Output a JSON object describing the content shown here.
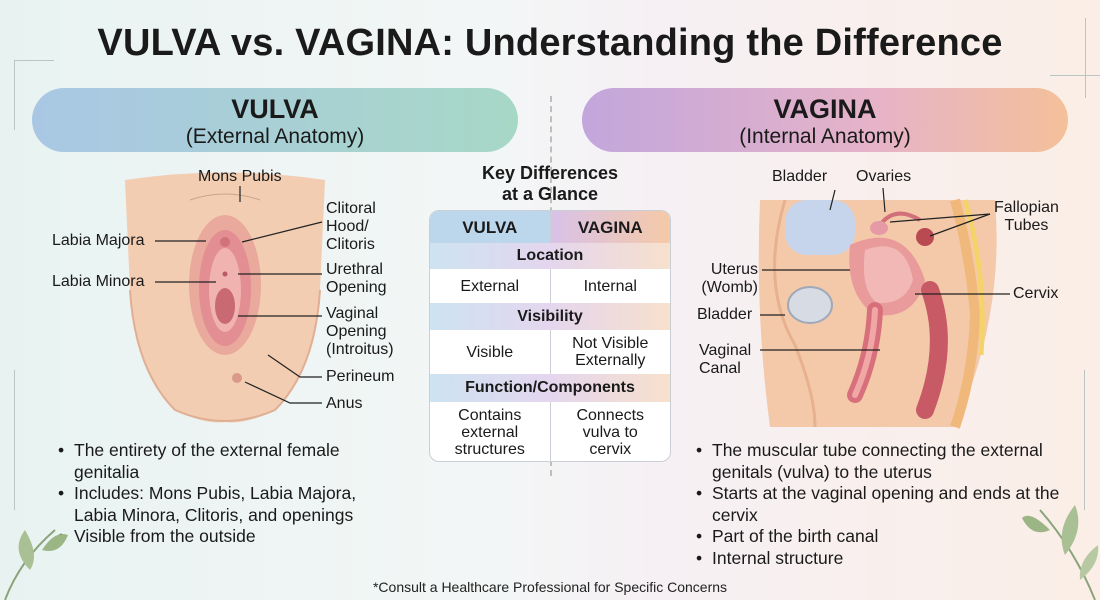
{
  "title": "VULVA vs. VAGINA: Understanding the Difference",
  "vulva": {
    "heading": "VULVA",
    "subheading": "(External Anatomy)",
    "labels": {
      "mons_pubis": "Mons Pubis",
      "labia_majora": "Labia Majora",
      "labia_minora": "Labia Minora",
      "clitoral_hood": [
        "Clitoral",
        "Hood/",
        "Clitoris"
      ],
      "urethral_opening": [
        "Urethral",
        "Opening"
      ],
      "vaginal_opening": [
        "Vaginal",
        "Opening",
        "(Introitus)"
      ],
      "perineum": "Perineum",
      "anus": "Anus"
    },
    "bullets": [
      "The entirety of the external female genitalia",
      "Includes: Mons Pubis, Labia Majora, Labia Minora, Clitoris, and openings",
      "Visible from the outside"
    ]
  },
  "vagina": {
    "heading": "VAGINA",
    "subheading": "(Internal Anatomy)",
    "labels": {
      "bladder_top": "Bladder",
      "ovaries": "Ovaries",
      "fallopian_tubes": [
        "Fallopian",
        "Tubes"
      ],
      "uterus": [
        "Uterus",
        "(Womb)"
      ],
      "cervix": "Cervix",
      "bladder": "Bladder",
      "vaginal_canal": [
        "Vaginal",
        "Canal"
      ]
    },
    "bullets": [
      "The muscular tube connecting the external genitals (vulva) to the uterus",
      "Starts at the vaginal opening and ends at the cervix",
      "Part of the birth canal",
      "Internal structure"
    ]
  },
  "key_differences": {
    "title": [
      "Key Differences",
      "at a Glance"
    ],
    "col_vulva": "VULVA",
    "col_vagina": "VAGINA",
    "sections": [
      {
        "name": "Location",
        "vulva": [
          "External"
        ],
        "vagina": [
          "Internal"
        ]
      },
      {
        "name": "Visibility",
        "vulva": [
          "Visible"
        ],
        "vagina": [
          "Not Visible",
          "Externally"
        ]
      },
      {
        "name": "Function/Components",
        "vulva": [
          "Contains",
          "external",
          "structures"
        ],
        "vagina": [
          "Connects",
          "vulva to",
          "cervix"
        ]
      }
    ]
  },
  "colors": {
    "vulva_pill": "#a9c7e4",
    "vagina_pill": "#c2a6dc",
    "vagina_accent": "#f4c09a",
    "skin": "#f2cdb2",
    "tissue": "#e28e92"
  },
  "footnote": "*Consult a Healthcare Professional for Specific Concerns"
}
